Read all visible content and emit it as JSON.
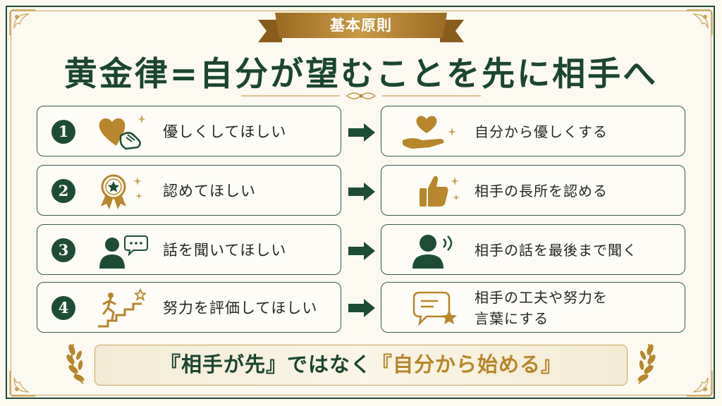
{
  "ribbon_label": "基本原則",
  "title": "黄金律=自分が望むことを先に相手へ",
  "rows": [
    {
      "num": "1",
      "left": "優しくしてほしい",
      "right": "自分から優しくする",
      "left_icon": "heart-hand-icon",
      "right_icon": "heart-in-palm-icon"
    },
    {
      "num": "2",
      "left": "認めてほしい",
      "right": "相手の長所を認める",
      "left_icon": "award-badge-icon",
      "right_icon": "thumbs-up-icon"
    },
    {
      "num": "3",
      "left": "話を聞いてほしい",
      "right": "相手の話を最後まで聞く",
      "left_icon": "person-speech-icon",
      "right_icon": "person-listening-icon"
    },
    {
      "num": "4",
      "left": "努力を評価してほしい",
      "right": "相手の工夫や努力を\n言葉にする",
      "left_icon": "stairs-climber-icon",
      "right_icon": "speech-bubble-star-icon"
    }
  ],
  "bottom": {
    "part1": "『相手が先』ではなく",
    "part2": "『自分から始める』"
  },
  "colors": {
    "green": "#1b4630",
    "gold": "#b8862b",
    "background": "#fbf9f0"
  }
}
